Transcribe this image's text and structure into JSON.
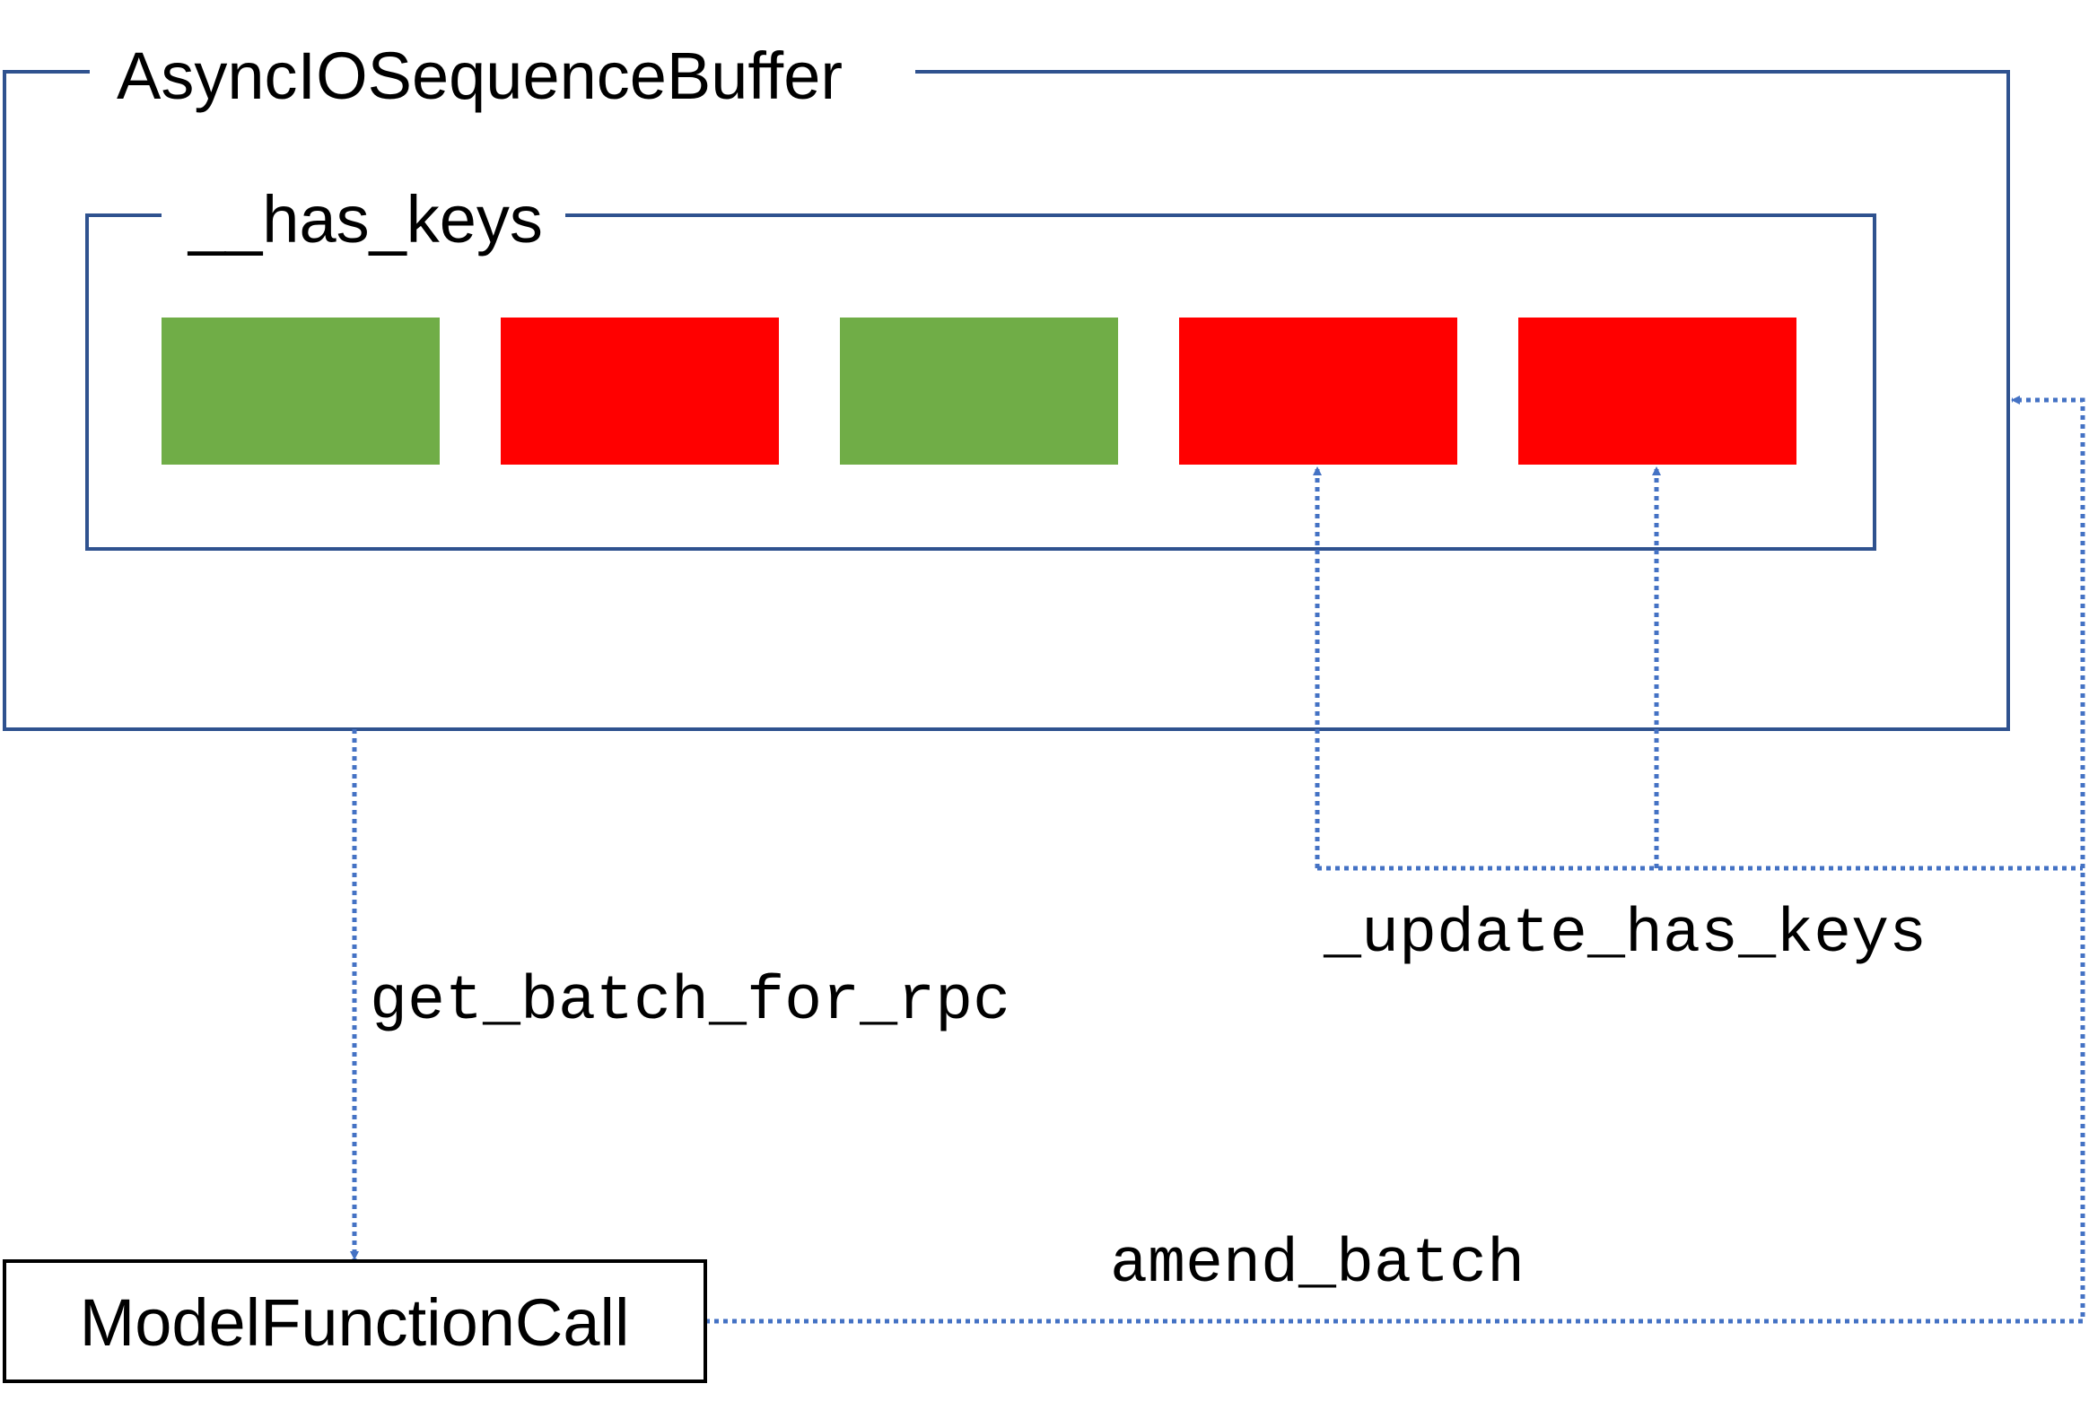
{
  "outer_container": {
    "title": "AsyncIOSequenceBuffer",
    "border_color": "#2F528F"
  },
  "inner_container": {
    "title": "__has_keys",
    "border_color": "#2F528F"
  },
  "key_slots": [
    {
      "state": "ready",
      "color": "#70AD47"
    },
    {
      "state": "missing",
      "color": "#FF0000"
    },
    {
      "state": "ready",
      "color": "#70AD47"
    },
    {
      "state": "missing",
      "color": "#FF0000"
    },
    {
      "state": "missing",
      "color": "#FF0000"
    }
  ],
  "model_node": {
    "label": "ModelFunctionCall",
    "border_color": "#000000"
  },
  "edges": {
    "get_batch": "get_batch_for_rpc",
    "update_keys": "_update_has_keys",
    "amend": "amend_batch",
    "color": "#4472C4",
    "style": "dotted"
  }
}
